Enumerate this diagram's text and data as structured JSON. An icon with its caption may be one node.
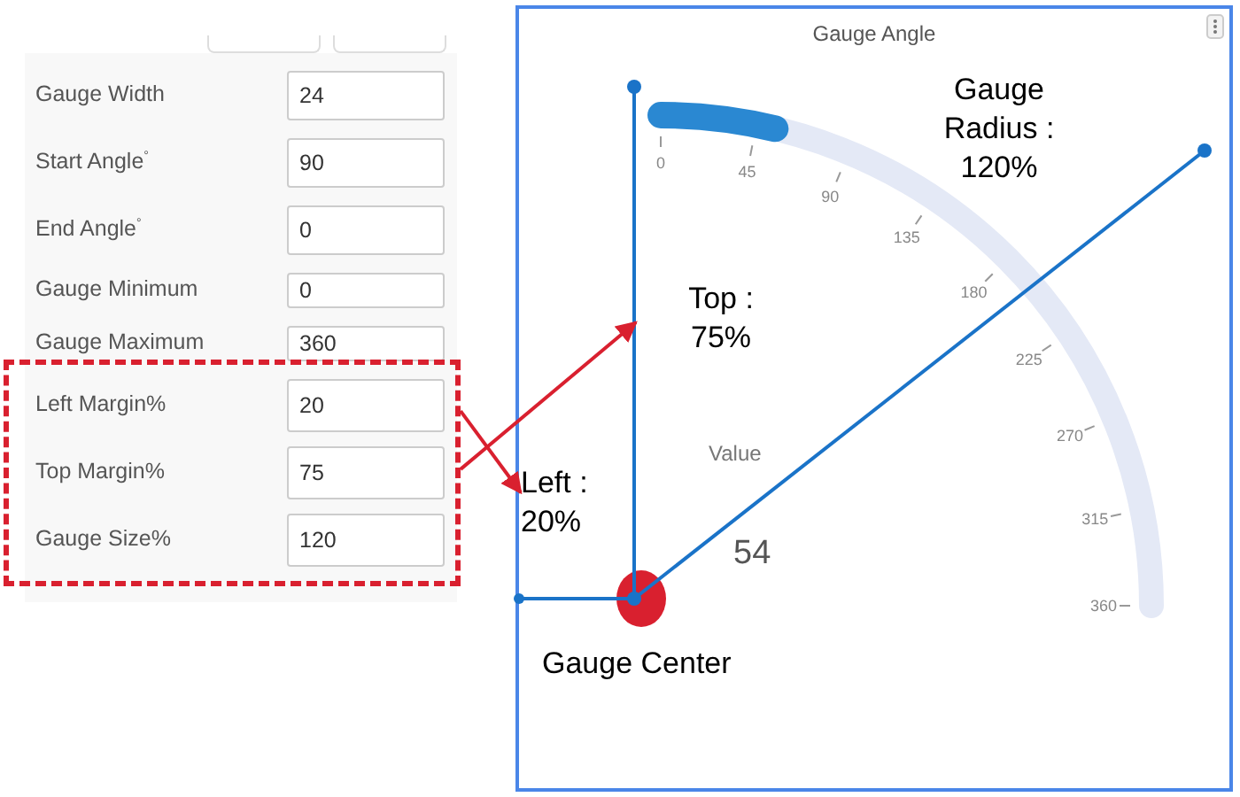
{
  "diagram": {
    "nodes": [
      {
        "text": [],
        "shape": "box"
      },
      {
        "text": [
          "Gauge Angle"
        ]
      },
      {
        "text": [
          "Top : 75%"
        ],
        "in": 1
      },
      {
        "text": [
          "Left : 20%"
        ],
        "in": 1
      },
      {
        "text": [
          "Gauge Radius : 120%"
        ],
        "in": 1
      },
      {
        "text": [],
        "shape": "circle",
        "in": 1,
        "beside": [
          "Gauge Center"
        ]
      }
    ],
    "edges": [
      {
        "from": 0,
        "to": 3,
        "arrow": "to"
      },
      {
        "from": 0,
        "to": 2,
        "arrow": "to"
      }
    ],
    "labels": [
      "Gauge Width",
      "24",
      "Start Angle$^{°}$",
      "90",
      "End Angle$^{°}$",
      "0",
      "Gauge Minimum",
      "0",
      "Gauge Maximum",
      "360",
      "Left Margin%",
      "20",
      "Top Margin%",
      "75",
      "Gauge Size%",
      "120",
      "0",
      "45",
      "90",
      "135",
      "180",
      "225",
      "270",
      "315",
      "360",
      "Value",
      "54"
    ]
  }
}
